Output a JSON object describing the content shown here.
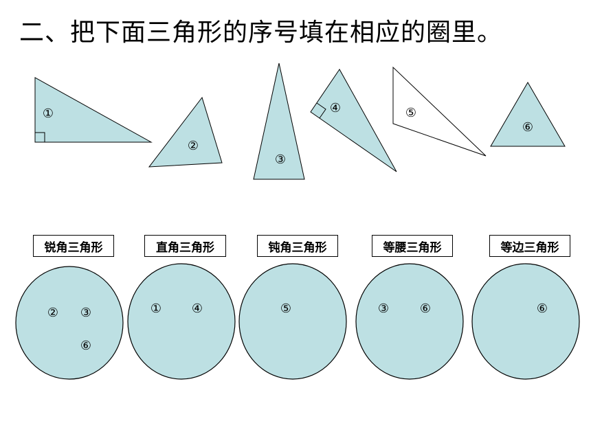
{
  "title": "二、把下面三角形的序号填在相应的圈里。",
  "colors": {
    "fill": "#bde0e3",
    "stroke": "#000000",
    "background": "#ffffff"
  },
  "triangles": [
    {
      "label": "①",
      "right_angle": true
    },
    {
      "label": "②",
      "right_angle": false
    },
    {
      "label": "③",
      "right_angle": false
    },
    {
      "label": "④",
      "right_angle": true
    },
    {
      "label": "⑤",
      "right_angle": false
    },
    {
      "label": "⑥",
      "right_angle": false
    }
  ],
  "categories": [
    {
      "label": "锐角三角形",
      "members": [
        "②",
        "③",
        "⑥"
      ]
    },
    {
      "label": "直角三角形",
      "members": [
        "①",
        "④"
      ]
    },
    {
      "label": "钝角三角形",
      "members": [
        "⑤"
      ]
    },
    {
      "label": "等腰三角形",
      "members": [
        "③",
        "⑥"
      ]
    },
    {
      "label": "等边三角形",
      "members": [
        "⑥"
      ]
    }
  ]
}
